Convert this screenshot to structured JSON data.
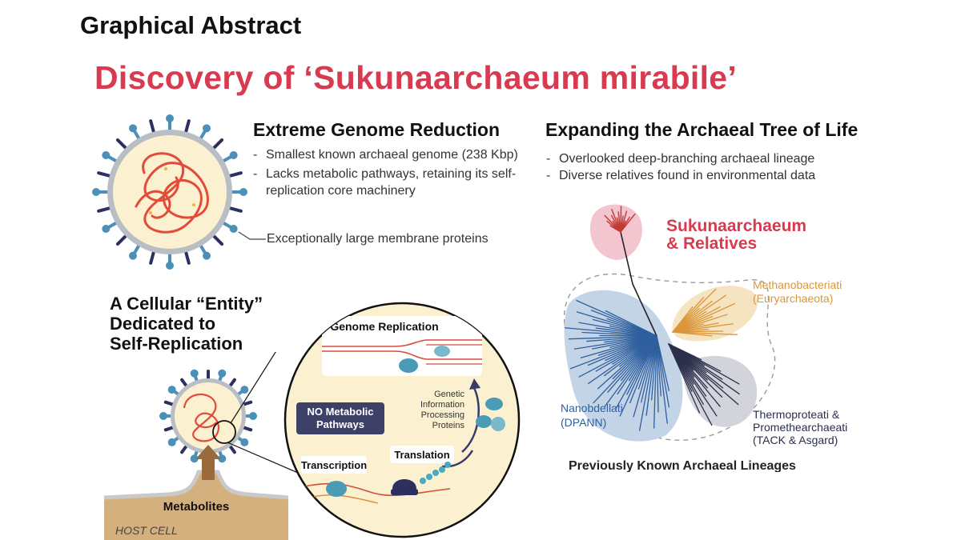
{
  "header": {
    "label": "Graphical Abstract"
  },
  "title": "Discovery of ‘Sukunaarchaeum mirabile’",
  "section_genome": {
    "title": "Extreme Genome Reduction",
    "bullets": [
      "Smallest known archaeal genome (238 Kbp)",
      "Lacks metabolic pathways, retaining its self-replication core machinery"
    ],
    "membrane_label": "Exceptionally large membrane proteins"
  },
  "section_tree": {
    "title": "Expanding the Archaeal Tree of Life",
    "bullets": [
      "Overlooked deep-branching archaeal lineage",
      "Diverse relatives found in environmental data"
    ],
    "clades": {
      "sukuna_line1": "Sukunaarchaeum",
      "sukuna_line2": "& Relatives",
      "metha_line1": "Methanobacteriati",
      "metha_line2": "(Euryarchaeota)",
      "nano_line1": "Nanobdellati",
      "nano_line2": "(DPANN)",
      "thermo_line1": "Thermoproteati &",
      "thermo_line2": "Promethearchaeati",
      "thermo_line3": "(TACK & Asgard)"
    },
    "footer": "Previously Known Archaeal Lineages",
    "colors": {
      "sukuna": "#d83a4f",
      "metha": "#d9963a",
      "nano": "#2f5f9e",
      "thermo": "#2b2f4a"
    }
  },
  "section_entity": {
    "title_line1": "A Cellular “Entity”",
    "title_line2": "Dedicated to",
    "title_line3": "Self-Replication",
    "genome_replication": "Genome Replication",
    "no_metabolic_line1": "NO Metabolic",
    "no_metabolic_line2": "Pathways",
    "genetic_line1": "Genetic",
    "genetic_line2": "Information",
    "genetic_line3": "Processing",
    "genetic_line4": "Proteins",
    "transcription": "Transcription",
    "translation": "Translation",
    "metabolites": "Metabolites",
    "host_cell": "HOST CELL"
  },
  "colors": {
    "accent": "#d83a4f",
    "cell_fill": "#fbf0cf",
    "protein_blue": "#4a90b8",
    "host": "#d4b07e"
  }
}
